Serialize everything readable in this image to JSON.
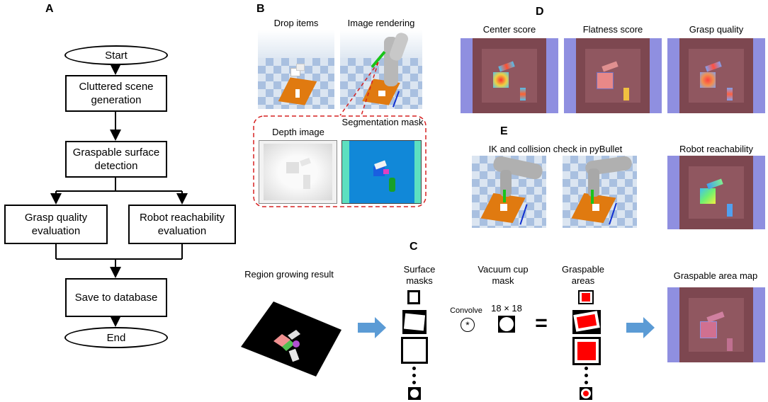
{
  "panels": {
    "a": "A",
    "b": "B",
    "c": "C",
    "d": "D",
    "e": "E"
  },
  "flowchart": {
    "start": "Start",
    "step1": "Cluttered scene generation",
    "step2": "Graspable surface detection",
    "step3a": "Grasp quality evaluation",
    "step3b": "Robot reachability evaluation",
    "step4": "Save to database",
    "end": "End"
  },
  "panel_b": {
    "drop_items": "Drop items",
    "image_rendering": "Image rendering",
    "depth_image": "Depth image",
    "segmentation_mask": "Segmentation mask"
  },
  "panel_d": {
    "center_score": "Center score",
    "flatness_score": "Flatness score",
    "grasp_quality": "Grasp quality"
  },
  "panel_e": {
    "ik_check": "IK and collision check in pyBullet",
    "robot_reachability": "Robot reachability"
  },
  "panel_c": {
    "region_growing": "Region growing result",
    "surface_masks": "Surface masks",
    "vacuum_cup_mask": "Vacuum cup mask",
    "kernel_size": "18 × 18",
    "convolve": "Convolve",
    "convolve_symbol": "*",
    "equals": "=",
    "graspable_areas": "Graspable areas",
    "graspable_area_map": "Graspable area map"
  },
  "colors": {
    "bin_wall": "#8f8fe0",
    "bin_inner": "#7d4750",
    "highlight_red": "#ff0000",
    "arrow_blue": "#5b9bd5",
    "dashed_red": "#d62020",
    "seg_blue": "#1188d8",
    "seg_teal": "#5de0c0"
  }
}
